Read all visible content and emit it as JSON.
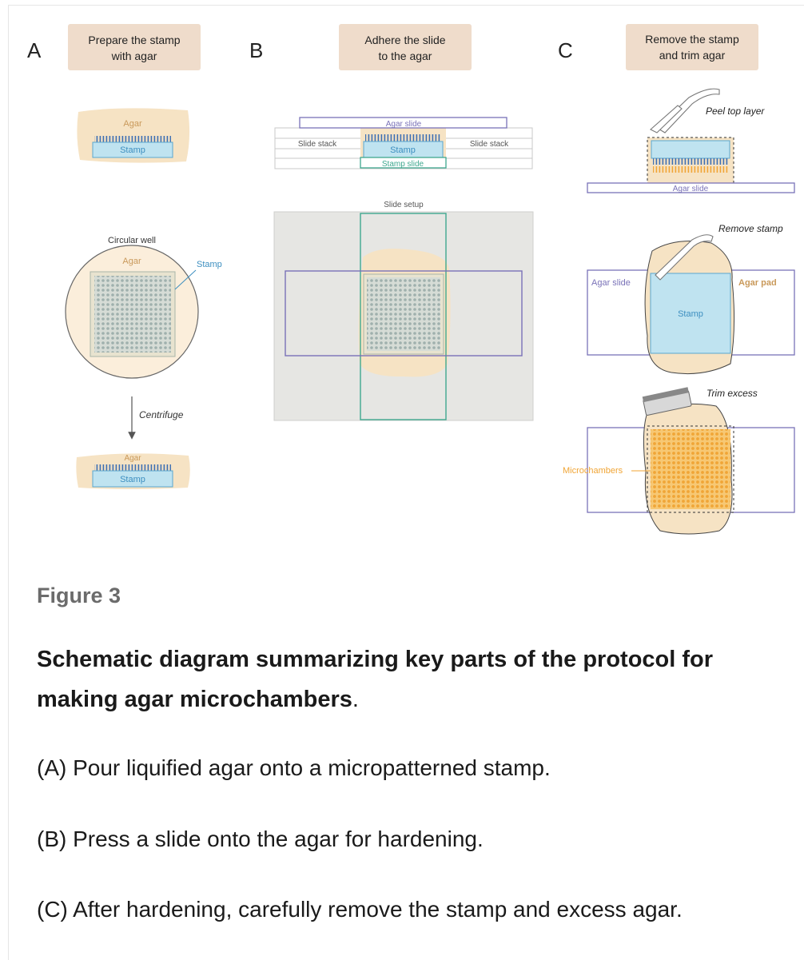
{
  "panels": {
    "A": {
      "letter": "A",
      "title_line1": "Prepare the stamp",
      "title_line2": "with agar",
      "agar_top": "Agar",
      "stamp_top": "Stamp",
      "circular_well": "Circular well",
      "agar_well": "Agar",
      "stamp_callout": "Stamp",
      "centrifuge": "Centrifuge",
      "agar_bottom": "Agar",
      "stamp_bottom": "Stamp"
    },
    "B": {
      "letter": "B",
      "title_line1": "Adhere the slide",
      "title_line2": "to the agar",
      "agar_slide": "Agar slide",
      "slide_stack_left": "Slide stack",
      "stamp": "Stamp",
      "slide_stack_right": "Slide stack",
      "stamp_slide": "Stamp slide",
      "slide_setup": "Slide setup"
    },
    "C": {
      "letter": "C",
      "title_line1": "Remove the stamp",
      "title_line2": "and trim agar",
      "peel_top_layer": "Peel top layer",
      "agar_slide_top": "Agar slide",
      "remove_stamp": "Remove stamp",
      "agar_slide_mid": "Agar slide",
      "agar_pad": "Agar pad",
      "stamp": "Stamp",
      "trim_excess": "Trim excess",
      "microchambers": "Microchambers"
    }
  },
  "caption": {
    "figure_label": "Figure 3",
    "title_bold": "Schematic diagram summarizing key parts of the protocol for making agar microchambers",
    "title_end": ".",
    "line_a": "(A) Pour liquified agar onto a micropatterned stamp.",
    "line_b": "(B) Press a slide onto the agar for hardening.",
    "line_c": "(C) After hardening, carefully remove the stamp and excess agar."
  },
  "colors": {
    "header_box": "#efdccb",
    "agar": "#f6e3c4",
    "agar_text": "#c9995a",
    "stamp_fill": "#bfe3f0",
    "stamp_stroke": "#5aa7cf",
    "stamp_text": "#3d8fc0",
    "slide_purple": "#7a72b8",
    "stamp_slide_green": "#3fa88f",
    "setup_gray": "#e6e6e3",
    "microchamber_orange": "#f0a536"
  }
}
